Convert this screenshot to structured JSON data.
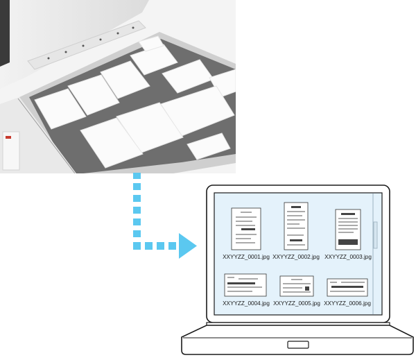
{
  "scanner": {
    "image": "scanner-flatbed-with-receipts",
    "receipt_count": 11
  },
  "flow_arrow": {
    "icon": "dotted-arrow-right-icon",
    "color": "#5bc8f0"
  },
  "laptop": {
    "screen_background": "#e4f2fb",
    "files": [
      {
        "name": "XXYYZZ_0001.jpg",
        "thumbnail": "receipt-thumbnail-1"
      },
      {
        "name": "XXYYZZ_0002.jpg",
        "thumbnail": "receipt-thumbnail-2"
      },
      {
        "name": "XXYYZZ_0003.jpg",
        "thumbnail": "receipt-thumbnail-3"
      },
      {
        "name": "XXYYZZ_0004.jpg",
        "thumbnail": "receipt-thumbnail-4"
      },
      {
        "name": "XXYYZZ_0005.jpg",
        "thumbnail": "receipt-thumbnail-5"
      },
      {
        "name": "XXYYZZ_0006.jpg",
        "thumbnail": "receipt-thumbnail-6"
      }
    ]
  }
}
